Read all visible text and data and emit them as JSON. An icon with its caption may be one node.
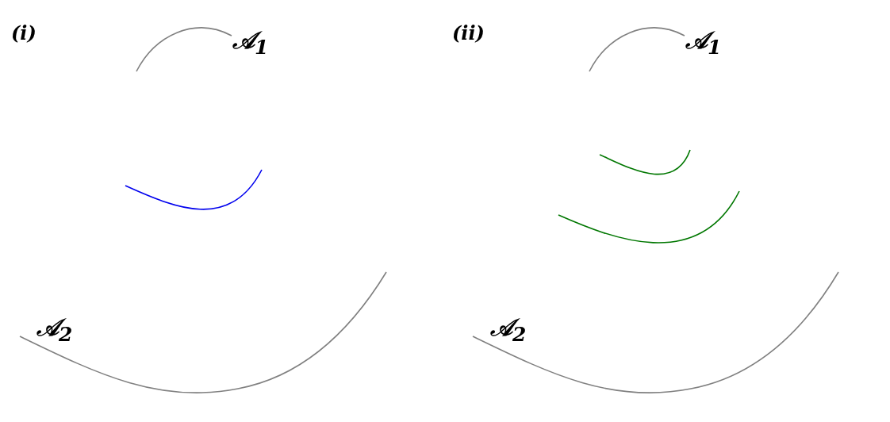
{
  "diagram": {
    "labels": [
      "(i)",
      "𝒜$_{1}$",
      "𝒜$_{2}$",
      "(ii)",
      "𝒜$_{1}$",
      "𝒜$_{2}$"
    ]
  }
}
